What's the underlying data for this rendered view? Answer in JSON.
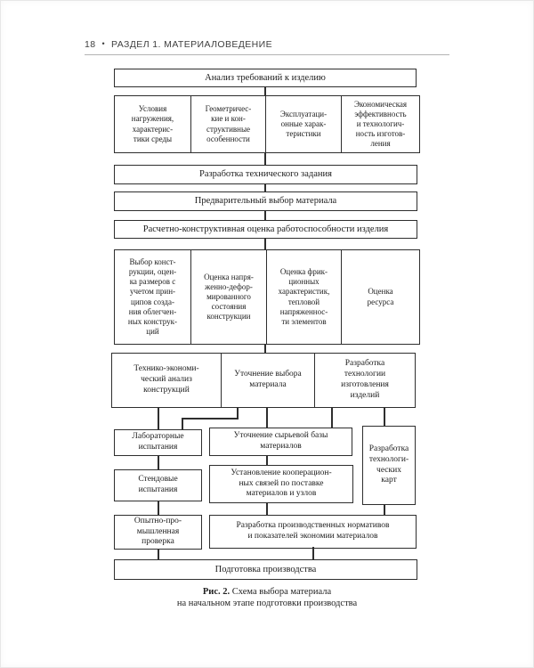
{
  "header": {
    "page_number": "18",
    "separator": "•",
    "section_title": "РАЗДЕЛ 1. МАТЕРИАЛОВЕДЕНИЕ"
  },
  "flowchart": {
    "analysis": "Анализ требований к изделию",
    "requirements": {
      "conditions": "Условия\nнагружения,\nхарактерис-\nтики среды",
      "geometry": "Геометричес-\nкие и кон-\nструктивные\nособенности",
      "operation": "Эксплуатаци-\nонные харак-\nтеристики",
      "economy": "Экономическая\nэффективность\nи технологич-\nность изготов-\nления"
    },
    "technical_task": "Разработка технического задания",
    "preliminary_choice": "Предварительный выбор материала",
    "design_assessment": "Расчетно-конструктивная оценка работоспособности изделия",
    "evaluation": {
      "construction": "Выбор конст-\nрукции, оцен-\nка размеров с\nучетом прин-\nципов созда-\nния облегчен-\nных конструк-\nций",
      "stress_strain": "Оценка напря-\nженно-дефор-\nмированного\nсостояния\nконструкции",
      "friction": "Оценка фрик-\nционных\nхарактеристик,\nтепловой\nнапряженнос-\nти элементов",
      "resource": "Оценка\nресурса"
    },
    "refinement": {
      "tech_economic": "Технико-экономи-\nческий анализ\nконструкций",
      "material_refine": "Уточнение выбора\nматериала",
      "technology": "Разработка\nтехнологии\nизготовления\nизделий"
    },
    "lab_tests": "Лабораторные\nиспытания",
    "raw_base": "Уточнение сырьевой базы\nматериалов",
    "tech_charts": "Разработка\nтехнологи-\nческих\nкарт",
    "bench_tests": "Стендовые\nиспытания",
    "cooperation": "Установление кооперацион-\nных связей по поставке\nматериалов и узлов",
    "pilot_check": "Опытно-про-\nмышленная\nпроверка",
    "standards": "Разработка производственных нормативов\nи показателей экономии материалов",
    "production_prep": "Подготовка производства"
  },
  "caption": {
    "figure_label": "Рис. 2.",
    "title": " Схема выбора материала",
    "subtitle": "на начальном этапе подготовки производства"
  },
  "colors": {
    "box_border": "#2e2e2e",
    "text": "#1c1c1c",
    "header_text": "#3f3f3f",
    "rule_line": "#b3b3b3",
    "page_background": "#ffffff"
  }
}
